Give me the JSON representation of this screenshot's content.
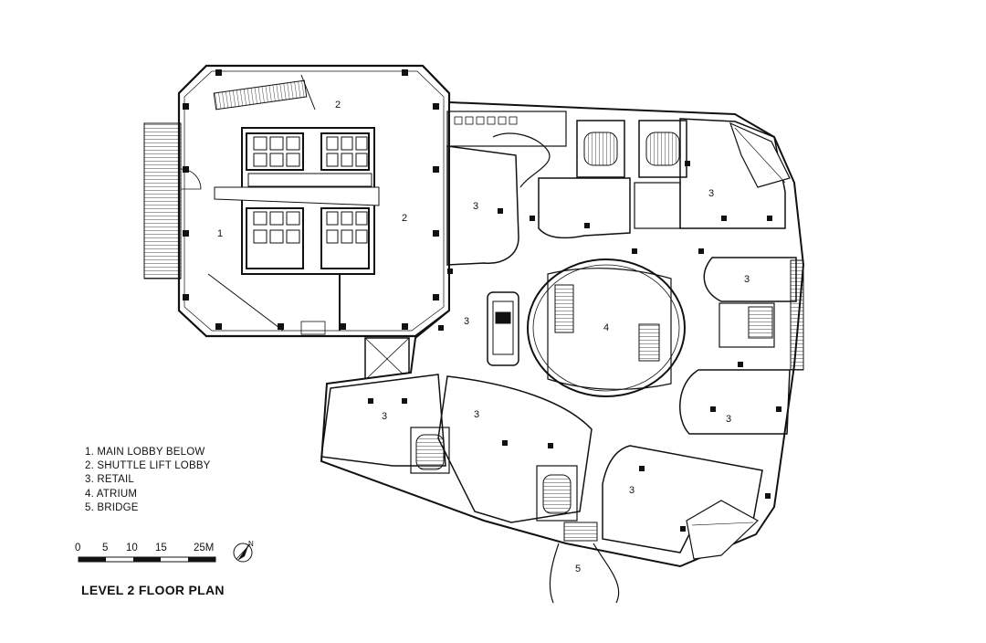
{
  "plan_title": "LEVEL 2 FLOOR PLAN",
  "legend": [
    "1. MAIN LOBBY BELOW",
    "2. SHUTTLE LIFT LOBBY",
    "3. RETAIL",
    "4. ATRIUM",
    "5. BRIDGE"
  ],
  "scale_bar": {
    "ticks": [
      "0",
      "5",
      "10",
      "15",
      "25M"
    ]
  },
  "north_arrow": {
    "label": "N"
  },
  "room_labels": {
    "main_lobby": "1",
    "lift_lobby_top": "2",
    "lift_lobby_right": "2",
    "retail_a": "3",
    "retail_b": "3",
    "retail_c": "3",
    "retail_d": "3",
    "retail_e": "3",
    "retail_f": "3",
    "retail_g": "3",
    "retail_h": "3",
    "atrium": "4",
    "bridge": "5"
  },
  "colors": {
    "line": "#111111",
    "fill": "#ffffff"
  }
}
